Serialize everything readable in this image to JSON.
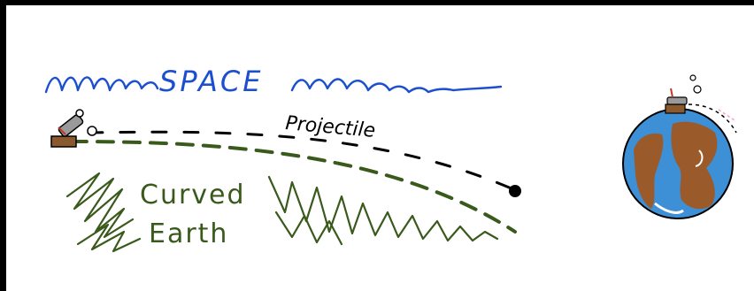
{
  "labels": {
    "space": "SPACE",
    "projectile": "Projectile",
    "curved": "Curved",
    "earth": "Earth"
  },
  "colors": {
    "space_blue": "#1c4fd0",
    "earth_green": "#3a5a1c",
    "path_black": "#000000",
    "ocean_blue": "#3d8fd6",
    "land_brown": "#9b5a2a",
    "cannon_gray": "#8a8a8a",
    "cannon_base": "#8a5a2e"
  },
  "icons": {
    "cannon_left": "cannon-icon",
    "earth_globe": "earth-globe-icon",
    "cannon_small": "cannon-icon"
  }
}
